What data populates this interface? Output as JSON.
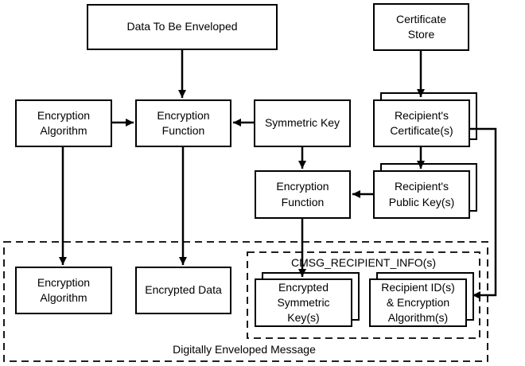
{
  "diagram": {
    "nodes": {
      "data_to_be_enveloped": "Data To Be Enveloped",
      "certificate_store": "Certificate\nStore",
      "encryption_algorithm_top": "Encryption\nAlgorithm",
      "encryption_function_main": "Encryption\nFunction",
      "symmetric_key": "Symmetric Key",
      "recipients_certificates": "Recipient's\nCertificate(s)",
      "encryption_function_key": "Encryption\nFunction",
      "recipients_public_keys": "Recipient's\nPublic Key(s)",
      "encryption_algorithm_out": "Encryption\nAlgorithm",
      "encrypted_data": "Encrypted Data",
      "encrypted_symmetric_keys": "Encrypted\nSymmetric\nKey(s)",
      "recipient_ids": "Recipient ID(s)\n& Encryption\nAlgorithm(s)"
    },
    "containers": {
      "recipient_info_label": "CMSG_RECIPIENT_INFO(s)",
      "enveloped_message_label": "Digitally Enveloped Message"
    },
    "colors": {
      "line": "#000000",
      "background": "#ffffff"
    }
  }
}
